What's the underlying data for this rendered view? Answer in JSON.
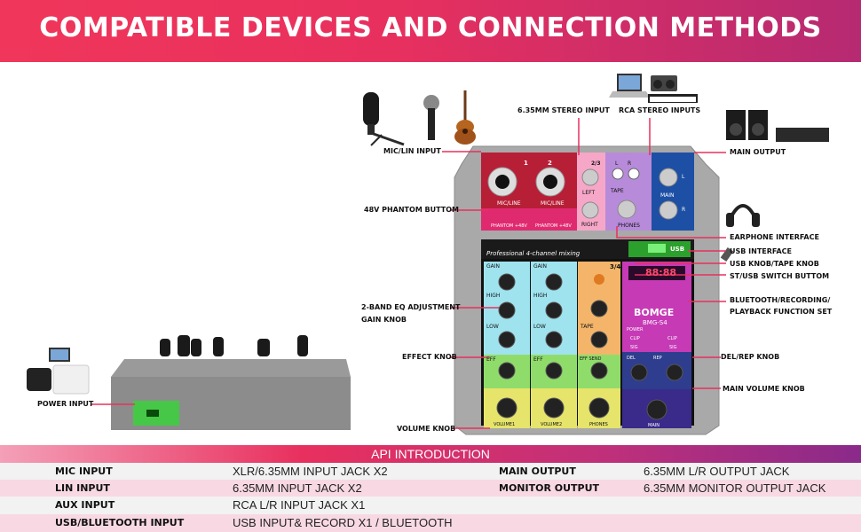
{
  "title": "COMPATIBLE DEVICES AND CONNECTION METHODS",
  "device": {
    "panel_text": "Professional 4-channel mixing",
    "brand": "BOMGE",
    "model": "BMG-S4",
    "usb_label": "USB",
    "display_digits": "88:88",
    "ch_labels": {
      "ch1": "1",
      "ch2": "2",
      "ch34": "3/4",
      "ch23": "2/3"
    },
    "mic_line": "MIC/LINE",
    "phantom": "PHANTOM +48V",
    "left": "LEFT",
    "right": "RIGHT",
    "tape": "TAPE",
    "phones": "PHONES",
    "main": "MAIN",
    "gain": "GAIN",
    "high": "HIGH",
    "low": "LOW",
    "eff": "EFF",
    "eff_send": "EFF SEND",
    "volume1": "VOLUME1",
    "volume2": "VOLUME2",
    "main_vol": "MAIN",
    "power": "POWER",
    "clip": "CLIP",
    "sig": "SIG",
    "del": "DEL",
    "rep": "REP",
    "l": "L",
    "r": "R"
  },
  "callouts": {
    "mic_lin_input": "MIC/LIN INPUT",
    "stereo_input": "6.35MM STEREO INPUT",
    "rca_stereo_inputs": "RCA STEREO INPUTS",
    "main_output": "MAIN OUTPUT",
    "phantom_button": "48V PHANTOM  BUTTOM",
    "earphone_interface": "EARPHONE INTERFACE",
    "usb_interface": "USB INTERFACE",
    "usb_knob_tape": "USB KNOB/TAPE KNOB",
    "st_usb_switch": "ST/USB SWITCH BUTTOM",
    "bluetooth_recording": "BLUETOOTH/RECORDING/",
    "playback_function": "PLAYBACK FUNCTION SET",
    "eq_adjustment": "2-BAND EQ ADJUSTMENT",
    "gain_knob": "GAIN KNOB",
    "effect_knob": "EFFECT KNOB",
    "del_rep_knob": "DEL/REP KNOB",
    "main_volume_knob": "MAIN VOLUME KNOB",
    "power_input": "POWER INPUT",
    "volume_knob": "VOLUME KNOB"
  },
  "spec": {
    "heading": "API INTRODUCTION",
    "rows": [
      {
        "k1": "MIC INPUT",
        "v1": "XLR/6.35MM INPUT JACK X2",
        "k2": "MAIN OUTPUT",
        "v2": "6.35MM L/R OUTPUT JACK"
      },
      {
        "k1": "LIN INPUT",
        "v1": "6.35MM INPUT JACK X2",
        "k2": "MONITOR OUTPUT",
        "v2": "6.35MM MONITOR OUTPUT JACK"
      },
      {
        "k1": "AUX INPUT",
        "v1": "RCA L/R INPUT JACK X1",
        "k2": "",
        "v2": ""
      },
      {
        "k1": "USB/BLUETOOTH INPUT",
        "v1": "USB INPUT& RECORD X1 / BLUETOOTH",
        "k2": "",
        "v2": ""
      }
    ]
  },
  "colors": {
    "banner_start": "#f0365a",
    "banner_end": "#b62a72",
    "callout_line": "#e8305e",
    "ch1": "#bfe7ef",
    "ch2": "#cfeef5",
    "ch34": "#f5c07a",
    "eff": "#a7e36d",
    "vol": "#e8e56a",
    "main_panel": "#2a2a6a",
    "display": "#c83ab8",
    "power_highlight": "#3bd13b"
  }
}
